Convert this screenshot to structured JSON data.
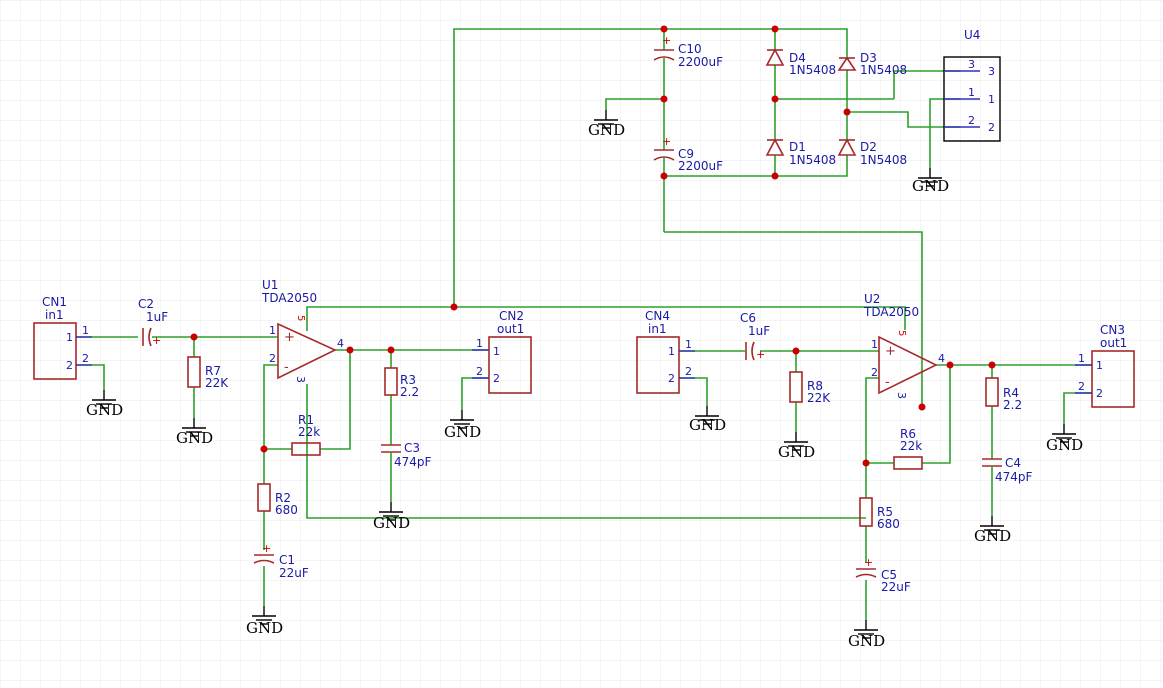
{
  "colors": {
    "wire": "#2ca02c",
    "part": "#a52a2a",
    "label": "#1a1aa6",
    "junction": "#cc0000",
    "grid": "#e8e8e8"
  },
  "gnd_label": "GND",
  "parts": {
    "CN1": {
      "ref": "CN1",
      "val": "in1",
      "p1": "1",
      "p2": "2"
    },
    "CN2": {
      "ref": "CN2",
      "val": "out1",
      "p1": "1",
      "p2": "2"
    },
    "CN3": {
      "ref": "CN3",
      "val": "out1",
      "p1": "1",
      "p2": "2"
    },
    "CN4": {
      "ref": "CN4",
      "val": "in1",
      "p1": "1",
      "p2": "2"
    },
    "U1": {
      "ref": "U1",
      "val": "TDA2050",
      "p1": "1",
      "p2": "2",
      "p3": "3",
      "p4": "4",
      "p5": "5"
    },
    "U2": {
      "ref": "U2",
      "val": "TDA2050",
      "p1": "1",
      "p2": "2",
      "p3": "3",
      "p4": "4",
      "p5": "5"
    },
    "U4": {
      "ref": "U4",
      "p1": "1",
      "p2": "2",
      "p3": "3",
      "n1": "1",
      "n2": "2",
      "n3": "3"
    },
    "C1": {
      "ref": "C1",
      "val": "22uF"
    },
    "C2": {
      "ref": "C2",
      "val": "1uF"
    },
    "C3": {
      "ref": "C3",
      "val": "474pF"
    },
    "C4": {
      "ref": "C4",
      "val": "474pF"
    },
    "C5": {
      "ref": "C5",
      "val": "22uF"
    },
    "C6": {
      "ref": "C6",
      "val": "1uF"
    },
    "C9": {
      "ref": "C9",
      "val": "2200uF"
    },
    "C10": {
      "ref": "C10",
      "val": "2200uF"
    },
    "R1": {
      "ref": "R1",
      "val": "22k"
    },
    "R2": {
      "ref": "R2",
      "val": "680"
    },
    "R3": {
      "ref": "R3",
      "val": "2.2"
    },
    "R4": {
      "ref": "R4",
      "val": "2.2"
    },
    "R5": {
      "ref": "R5",
      "val": "680"
    },
    "R6": {
      "ref": "R6",
      "val": "22k"
    },
    "R7": {
      "ref": "R7",
      "val": "22K"
    },
    "R8": {
      "ref": "R8",
      "val": "22K"
    },
    "D1": {
      "ref": "D1",
      "val": "1N5408"
    },
    "D2": {
      "ref": "D2",
      "val": "1N5408"
    },
    "D3": {
      "ref": "D3",
      "val": "1N5408"
    },
    "D4": {
      "ref": "D4",
      "val": "1N5408"
    }
  }
}
